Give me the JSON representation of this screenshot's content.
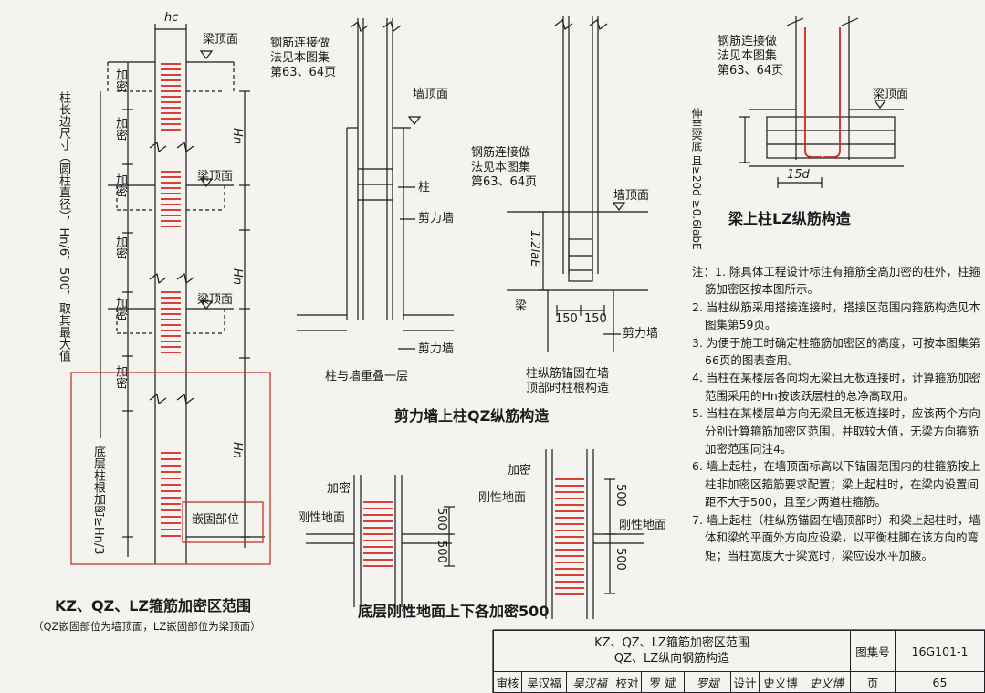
{
  "left_diagram": {
    "hc_label": "hc",
    "beam_top_1": "梁顶面",
    "beam_top_2": "梁顶面",
    "beam_top_3": "梁顶面",
    "dense_labels": [
      "加密",
      "加密",
      "加密",
      "加密",
      "加密",
      "加密"
    ],
    "hn_labels": [
      "Hn",
      "Hn",
      "Hn"
    ],
    "side_rule": "柱长边尺寸（圆柱直径），Hn/6，500，取其最大值",
    "root_dense": "底层柱根加密≥Hn/3",
    "embed_label": "嵌固部位",
    "caption": "KZ、QZ、LZ箍筋加密区范围",
    "subcaption": "（QZ嵌固部位为墙顶面，LZ嵌固部位为梁顶面）"
  },
  "middle_diagram": {
    "rebar_note_1": "钢筋连接做\n法见本图集\n第63、64页",
    "wall_top_1": "墙顶面",
    "column": "柱",
    "shear_wall_1": "剪力墙",
    "shear_wall_2": "剪力墙",
    "caption_left": "柱与墙重叠一层",
    "rebar_note_2": "钢筋连接做\n法见本图集\n第63、64页",
    "wall_top_2": "墙顶面",
    "anchor_len": "1.2laE",
    "beam": "梁",
    "dim_150a": "150",
    "dim_150b": "150",
    "shear_wall_3": "剪力墙",
    "caption_right": "柱纵筋锚固在墙\n顶部时柱根构造",
    "caption": "剪力墙上柱QZ纵筋构造"
  },
  "right_diagram": {
    "rebar_note": "钢筋连接做\n法见本图集\n第63、64页",
    "beam_top": "梁顶面",
    "extend_rule": "伸至梁底\n且≥20d\n≥0.6labE",
    "dim_15d": "15d",
    "caption": "梁上柱LZ纵筋构造"
  },
  "ground_diagram": {
    "dense_1": "加密",
    "rigid_1": "刚性地面",
    "dim_500_1": "500",
    "dim_500_2": "500",
    "dense_2": "加密",
    "rigid_2": "刚性地面",
    "rigid_3": "刚性地面",
    "dim_500_3": "500",
    "dim_500_4": "500",
    "caption": "底层刚性地面上下各加密500"
  },
  "notes": {
    "head": "注：",
    "items": [
      "1. 除具体工程设计标注有箍筋全高加密的柱外，柱箍筋加密区按本图所示。",
      "2. 当柱纵筋采用搭接连接时，搭接区范围内箍筋构造见本图集第59页。",
      "3. 为便于施工时确定柱箍筋加密区的高度，可按本图集第66页的图表查用。",
      "4. 当柱在某楼层各向均无梁且无板连接时，计算箍筋加密范围采用的Hn按该跃层柱的总净高取用。",
      "5. 当柱在某楼层单方向无梁且无板连接时，应该两个方向分别计算箍筋加密区范围，并取较大值，无梁方向箍筋加密范围同注4。",
      "6. 墙上起柱，在墙顶面标高以下锚固范围内的柱箍筋按上柱非加密区箍筋要求配置；梁上起柱时，在梁内设置间距不大于500，且至少两道柱箍筋。",
      "7. 墙上起柱（柱纵筋锚固在墙顶部时）和梁上起柱时，墙体和梁的平面外方向应设梁，以平衡柱脚在该方向的弯矩；当柱宽度大于梁宽时，梁应设水平加腋。"
    ]
  },
  "title_block": {
    "title_line1": "KZ、QZ、LZ箍筋加密区范围",
    "title_line2": "QZ、LZ纵向钢筋构造",
    "atlas_label": "图集号",
    "atlas_no": "16G101-1",
    "review_label": "审核",
    "reviewer": "吴汉福",
    "reviewer_sig": "吴汉福",
    "check_label": "校对",
    "checker": "罗 斌",
    "checker_sig": "罗斌",
    "design_label": "设计",
    "designer": "史义博",
    "designer_sig": "史义博",
    "page_label": "页",
    "page_no": "65"
  }
}
